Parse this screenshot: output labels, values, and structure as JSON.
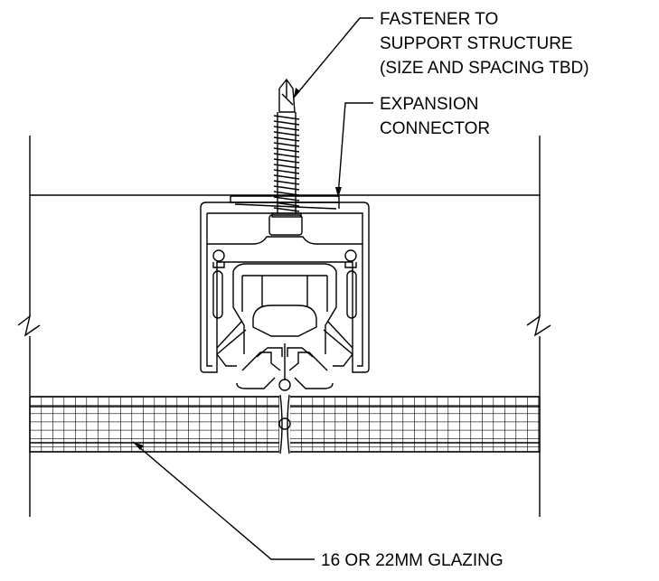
{
  "drawing": {
    "line_color": "#000000",
    "background": "#ffffff"
  },
  "labels": {
    "fastener": {
      "line1": "FASTENER TO",
      "line2": "SUPPORT STRUCTURE",
      "line3": "(SIZE AND SPACING TBD)"
    },
    "connector": {
      "line1": "EXPANSION",
      "line2": "CONNECTOR"
    },
    "glazing": {
      "line1": "16 OR 22MM GLAZING"
    }
  }
}
